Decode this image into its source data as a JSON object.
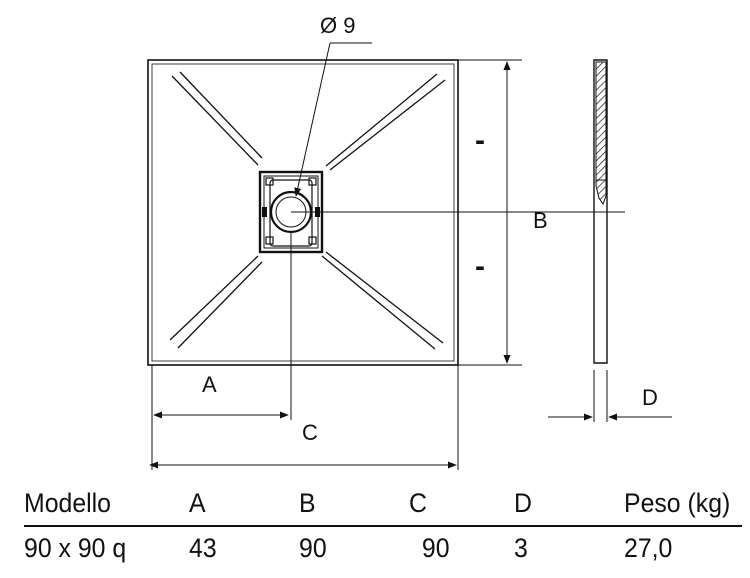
{
  "diagram": {
    "diameter_label": "Ø 9",
    "label_a": "A",
    "label_b": "B",
    "label_c": "C",
    "label_d": "D",
    "dash_mark": "-"
  },
  "table": {
    "headers": [
      "Modello",
      "A",
      "B",
      "C",
      "D",
      "Peso (kg)"
    ],
    "rows": [
      [
        "90 x 90 q",
        "43",
        "90",
        "90",
        "3",
        "27,0"
      ]
    ]
  }
}
